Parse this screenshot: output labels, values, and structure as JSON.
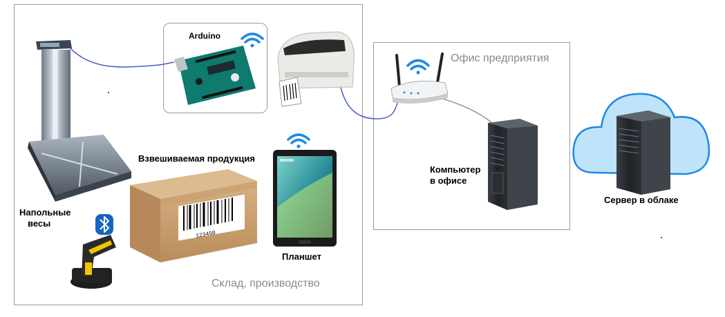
{
  "zones": {
    "warehouse": "Склад, производство",
    "office": "Офис предприятия"
  },
  "labels": {
    "arduino": "Arduino",
    "product": "Взвешиваемая продукция",
    "scales_line1": "Напольные",
    "scales_line2": "весы",
    "tablet": "Планшет",
    "computer_line1": "Компьютер",
    "computer_line2": "в офисе",
    "cloud_server": "Сервер в облаке",
    "barcode_number": "123450"
  },
  "icons": [
    "wifi-icon",
    "bluetooth-icon",
    "scale-icon",
    "arduino-board-icon",
    "label-printer-icon",
    "box-icon",
    "barcode-icon",
    "tablet-icon",
    "barcode-scanner-icon",
    "router-icon",
    "tower-server-icon",
    "cloud-icon"
  ],
  "colors": {
    "wifi": "#1e88e5",
    "bluetooth": "#1565c0",
    "cable": "#4a5bc4",
    "zone_border": "#9a9a9a",
    "zone_text": "#8a8a8a",
    "cloud": "#bfe3f8",
    "box": "#c9a272",
    "arduino": "#0f7a6e"
  }
}
